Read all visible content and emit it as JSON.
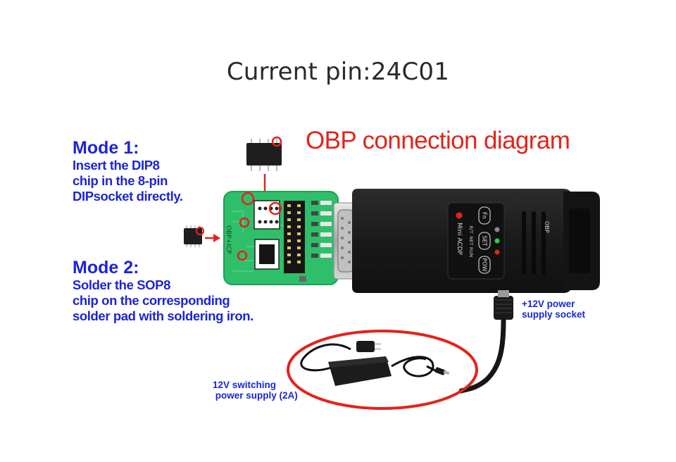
{
  "current_pin": "Current pin:24C01",
  "diagram_title": "OBP connection diagram",
  "mode1": {
    "heading": "Mode 1:",
    "lines": [
      "Insert the DIP8",
      "chip in the 8-pin",
      "DIPsocket directly."
    ]
  },
  "mode2": {
    "heading": "Mode 2:",
    "lines": [
      "Solder the SOP8",
      "chip on the corresponding",
      "solder pad with soldering iron."
    ]
  },
  "socket_label": [
    "+12V power",
    "supply socket"
  ],
  "supply_label": [
    "12V switching",
    " power supply (2A)"
  ],
  "board_label": "OBP+ICP",
  "device": {
    "name": "Mini ACDP",
    "buttons": [
      "Fn",
      "SET",
      "POW"
    ],
    "leds": [
      "R/T",
      "NET",
      "RUN"
    ],
    "port_label": "OBP"
  },
  "colors": {
    "title_red": "#e3231b",
    "text_blue": "#1b25d8",
    "board_green": "#2fbf6a",
    "device_black": "#1c1c1c"
  }
}
